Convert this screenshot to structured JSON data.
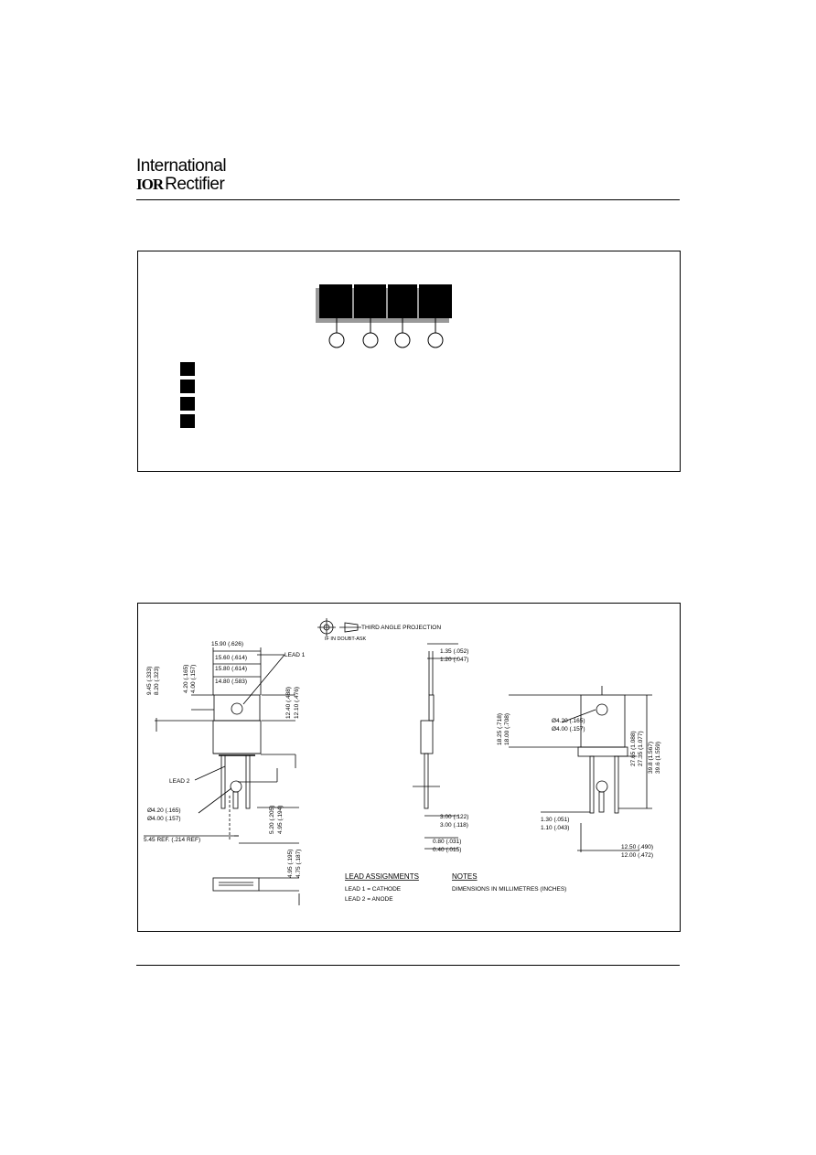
{
  "header": {
    "brand_line1": "International",
    "brand_logo_mark": "IOR",
    "brand_line2": "Rectifier"
  },
  "drawing": {
    "projection_label": "THIRD ANGLE PROJECTION",
    "doubt_label": "IF IN DOUBT-ASK",
    "lead_label": "LEAD 1",
    "lead2_label": "LEAD 2",
    "dims": {
      "d_width": "15.90 (.626)",
      "d_tab_w_max": "15.60 (.614)",
      "d_tab_w_min": "15.80 (.614)",
      "d_body_w": "14.80 (.583)",
      "d_945": "9.45 (.333)",
      "d_820": "8.20 (.323)",
      "d_420": "4.20 (.165)",
      "d_400": "4.00 (.157)",
      "d_1240": "12.40 (.488)",
      "d_1210": "12.10 (.476)",
      "d_hole_max": "Ø4.20 (.165)",
      "d_hole_min": "Ø4.00 (.157)",
      "d_520": "5.20 (.205)",
      "d_495": "4.95 (.194)",
      "d_545": "5.45 REF. (.214 REF)",
      "d_495b": "4.95 (.195)",
      "d_475": "4.75 (.187)",
      "d_135": "1.35 (.052)",
      "d_120": "1.20 (.047)",
      "d_300a": "3.00 (.122)",
      "d_300b": "3.00 (.118)",
      "d_080": "0.80 (.031)",
      "d_040": "0.40 (.015)",
      "d_1825": "18.25 (.718)",
      "d_1800": "18.00 (.708)",
      "d_r_hole_max": "Ø4.20 (.165)",
      "d_r_hole_min": "Ø4.00 (.157)",
      "d_2765": "27.65 (1.088)",
      "d_2735": "27.35 (1.077)",
      "d_398": "39.8 (1.567)",
      "d_396": "39.6 (1.559)",
      "d_130": "1.30 (.051)",
      "d_110": "1.10 (.043)",
      "d_1260": "12.50 (.490)",
      "d_1200": "12.00 (.472)"
    },
    "lead_assignments_title": "LEAD ASSIGNMENTS",
    "lead_assign_1": "LEAD 1 = CATHODE",
    "lead_assign_2": "LEAD 2 = ANODE",
    "notes_title": "NOTES",
    "notes_text": "DIMENSIONS IN MILLIMETRES (INCHES)"
  }
}
